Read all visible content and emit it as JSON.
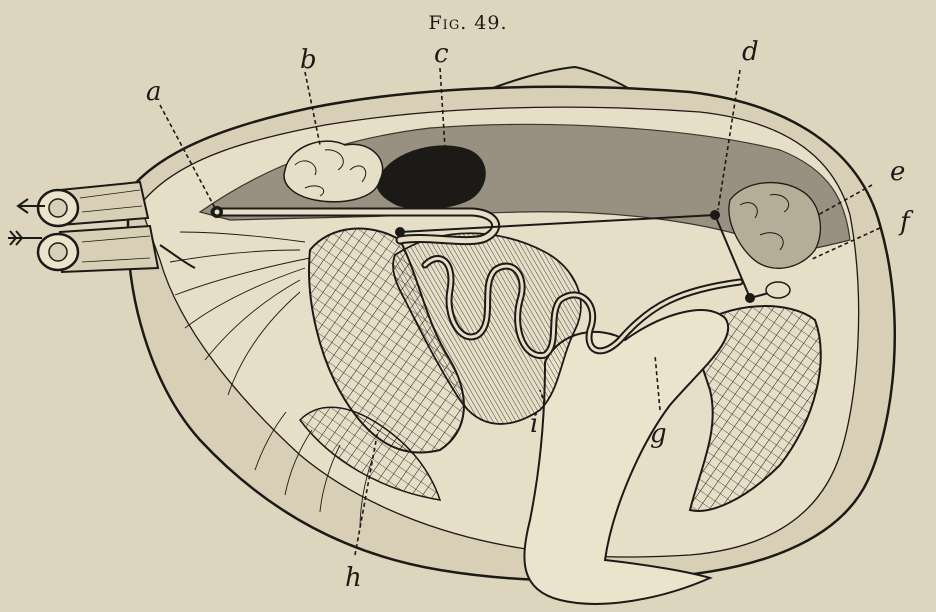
{
  "figure": {
    "title": "Fig. 49."
  },
  "labels": {
    "a": "a",
    "b": "b",
    "c": "c",
    "d": "d",
    "e": "e",
    "f": "f",
    "g": "g",
    "h": "h",
    "i": "i"
  },
  "colors": {
    "paper": "#ddd5bd",
    "ink": "#1c1a16",
    "shade": "#8b8375",
    "foot": "#ece3cd"
  }
}
